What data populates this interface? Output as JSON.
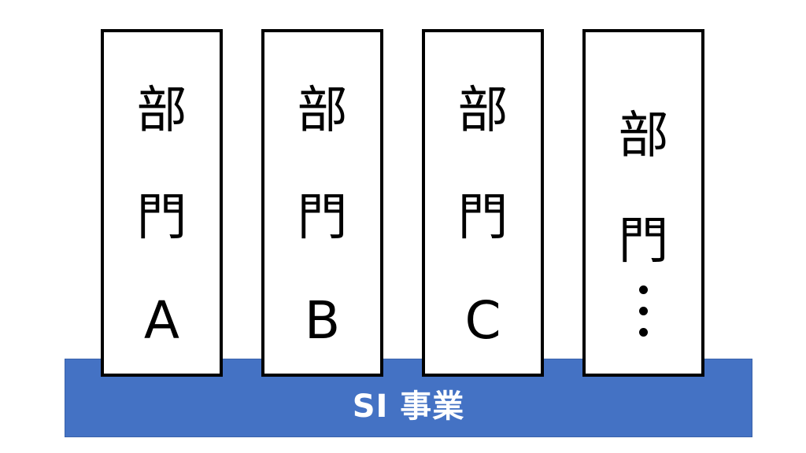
{
  "colors": {
    "base_fill": "#4472c4",
    "pillar_border": "#000000",
    "base_text": "#ffffff"
  },
  "base": {
    "label": "SI 事業"
  },
  "pillars": [
    {
      "char1": "部",
      "char2": "門",
      "char3": "A"
    },
    {
      "char1": "部",
      "char2": "門",
      "char3": "B"
    },
    {
      "char1": "部",
      "char2": "門",
      "char3": "C"
    },
    {
      "char1": "部",
      "char2": "門",
      "char3": "",
      "icon": "vertical-ellipsis-icon"
    }
  ]
}
